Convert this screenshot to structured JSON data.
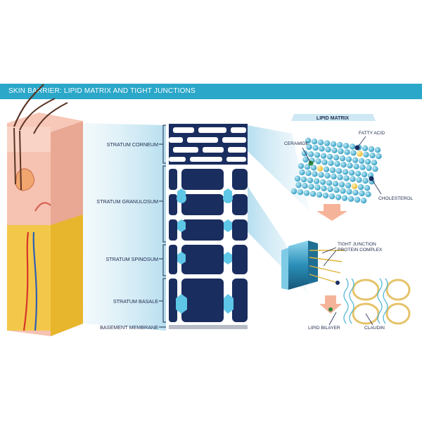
{
  "title": "SKIN BARRIER: LIPID MATRIX AND TIGHT JUNCTIONS",
  "layers": [
    {
      "label": "STRATUM CORNEUM"
    },
    {
      "label": "STRATUM GRANULOSUM"
    },
    {
      "label": "STRATUM SPINOSUM"
    },
    {
      "label": "STRATUM BASALE"
    },
    {
      "label": "BASEMENT MEMBRANE"
    }
  ],
  "lipid_matrix": {
    "title": "LIPID MATRIX",
    "callouts": {
      "ceramide": "CERAMIDE",
      "fatty_acid": "FATTY ACID",
      "cholesterol": "CHOLESTEROL"
    }
  },
  "tight_junction": {
    "protein_complex_line1": "TIGHT JUNCTION",
    "protein_complex_line2": "PROTEIN COMPLEX",
    "lipid_bilayer": "LIPID BILAYER",
    "claudin": "CLAUDIN"
  },
  "colors": {
    "banner": "#2aa7c9",
    "navy": "#1a2d5f",
    "cyan": "#5ec6e6",
    "sphere": "#4bb4d4",
    "skin": "#f3b8a8",
    "fat": "#f3c84a"
  }
}
